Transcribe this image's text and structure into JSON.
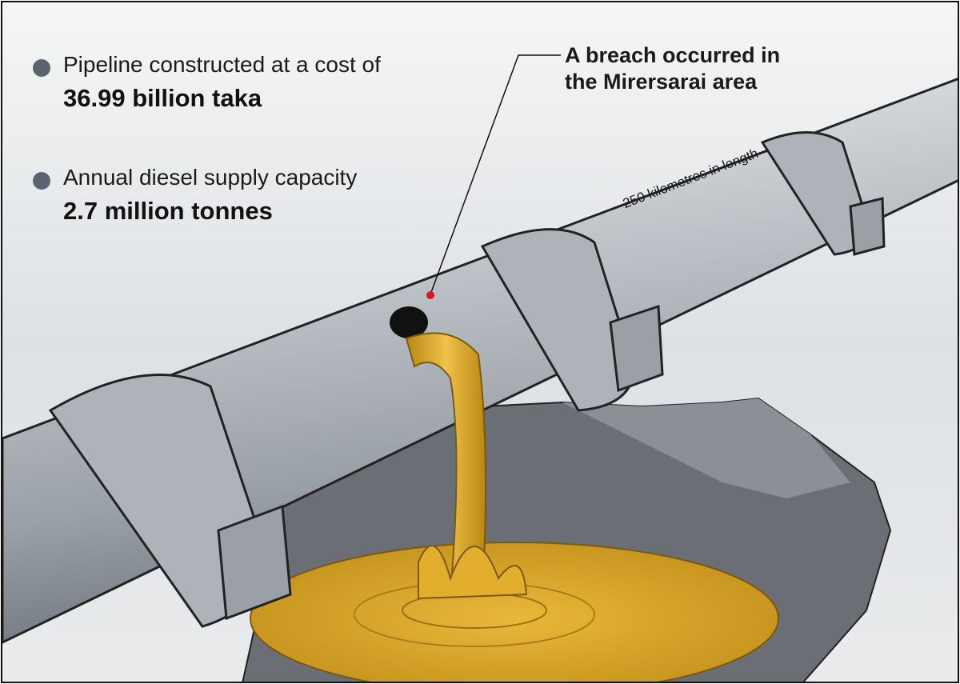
{
  "facts": [
    {
      "label": "Pipeline constructed at a cost of",
      "value": "36.99 billion taka"
    },
    {
      "label": "Annual diesel supply capacity",
      "value": "2.7 million tonnes"
    }
  ],
  "callout": {
    "line1": "A breach occurred in",
    "line2": "the Mirersarai area"
  },
  "pipe_label": "250 kilometres in length",
  "colors": {
    "pipe": "#b9bec4",
    "oil": "#d9a62a",
    "marker": "#e0141e",
    "bullet": "#5b6270"
  }
}
